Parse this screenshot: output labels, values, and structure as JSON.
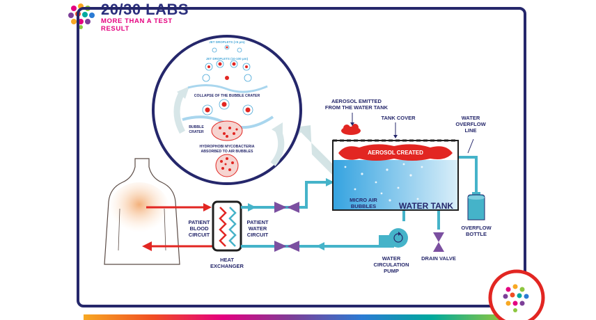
{
  "brand": {
    "title": "20/30 LABS",
    "tagline": "MORE THAN A TEST RESULT"
  },
  "colors": {
    "navy": "#25276b",
    "water": "#4aa8d8",
    "pipe": "#45b3c9",
    "red": "#e22622",
    "valve": "#7b4fa0"
  },
  "inset": {
    "jet_small": "JET DROPLETS (<5 μm)",
    "jet_large": "JET DROPLETS (10-100 μm)",
    "collapse": "COLLAPSE OF THE BUBBLE CRATER",
    "bubble_crater": [
      "BUBBLE",
      "CRATER"
    ],
    "absorbed": [
      "HYDROPHOBI MYCOBACTERIA",
      "ABSORBED TO AIR BUBBLES"
    ]
  },
  "labels": {
    "aerosol_emitted": [
      "AEROSOL EMITTED",
      "FROM THE WATER TANK"
    ],
    "tank_cover": "TANK COVER",
    "water_overflow": [
      "WATER",
      "OVERFLOW",
      "LINE"
    ],
    "aerosol_created": "AEROSOL CREATED",
    "micro_air": [
      "MICRO AIR",
      "BUBBLES"
    ],
    "water_tank": "WATER TANK",
    "overflow_bottle": [
      "OVERFLOW",
      "BOTTLE"
    ],
    "patient_blood": [
      "PATIENT",
      "BLOOD",
      "CIRCUIT"
    ],
    "patient_water": [
      "PATIENT",
      "WATER",
      "CIRCUIT"
    ],
    "heat_exchanger": [
      "HEAT",
      "EXCHANGER"
    ],
    "water_pump": [
      "WATER",
      "CIRCULATION",
      "PUMP"
    ],
    "drain_valve": "DRAIN VALVE"
  }
}
